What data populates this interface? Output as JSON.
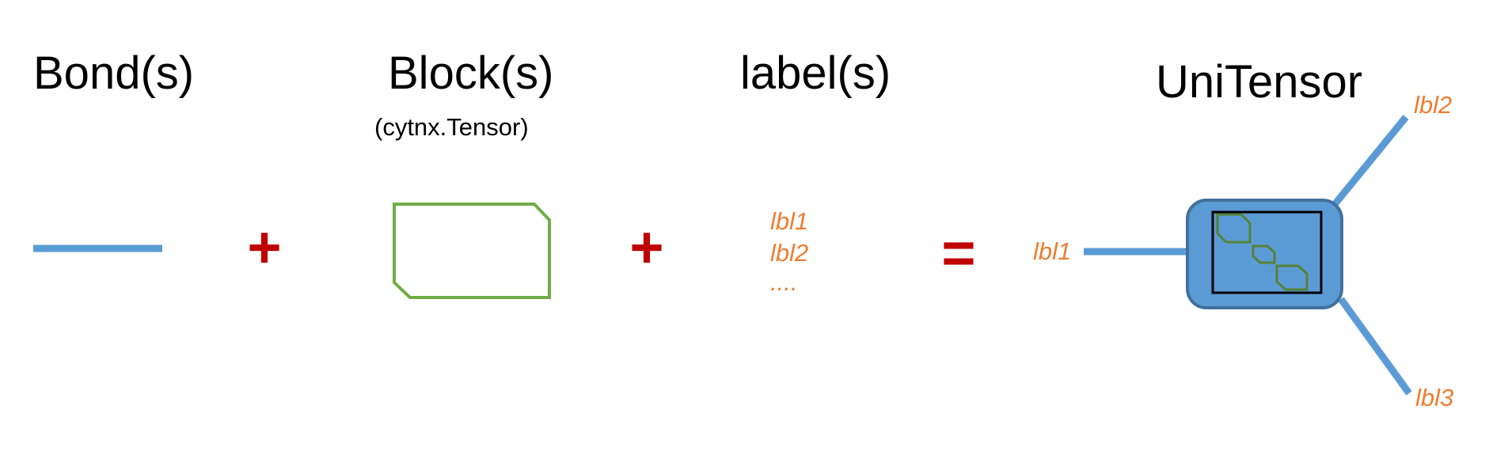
{
  "titles": {
    "bond": "Bond(s)",
    "block": "Block(s)",
    "block_sub": "(cytnx.Tensor)",
    "label": "label(s)",
    "unitensor": "UniTensor"
  },
  "operators": {
    "plus1": "+",
    "plus2": "+",
    "equals": "="
  },
  "labels": {
    "list": [
      "lbl1",
      "lbl2",
      "...."
    ],
    "unitensor_left": "lbl1",
    "unitensor_top_right": "lbl2",
    "unitensor_bottom_right": "lbl3"
  },
  "colors": {
    "bond": "#5b9bd5",
    "block_outline": "#70ad47",
    "operator": "#c00000",
    "label": "#ed7d31",
    "unitensor_fill": "#5b9bd5",
    "unitensor_border": "#41719c",
    "inner_frame": "#000000",
    "inner_blocks": "#548235"
  }
}
